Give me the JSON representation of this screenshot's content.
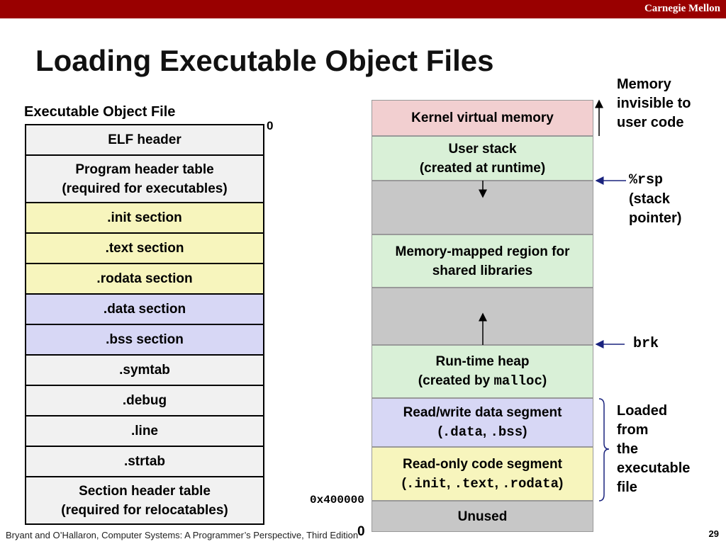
{
  "header": {
    "brand": "Carnegie Mellon",
    "colors": {
      "bar": "#990000"
    }
  },
  "title": "Loading Executable Object Files",
  "executable_file": {
    "label": "Executable Object File",
    "top_address": "0",
    "sections": [
      {
        "label": "ELF header",
        "color": "#f1f1f1"
      },
      {
        "label": "Program header table\n(required for executables)",
        "color": "#f1f1f1"
      },
      {
        "label": ".init section",
        "color": "#f7f5bd"
      },
      {
        "label": ".text section",
        "color": "#f7f5bd"
      },
      {
        "label": ".rodata section",
        "color": "#f7f5bd"
      },
      {
        "label": ".data section",
        "color": "#d7d7f5"
      },
      {
        "label": ".bss section",
        "color": "#d7d7f5"
      },
      {
        "label": ".symtab",
        "color": "#f1f1f1"
      },
      {
        "label": ".debug",
        "color": "#f1f1f1"
      },
      {
        "label": ".line",
        "color": "#f1f1f1"
      },
      {
        "label": ".strtab",
        "color": "#f1f1f1"
      },
      {
        "label": "Section header table\n(required for relocatables)",
        "color": "#f1f1f1"
      }
    ]
  },
  "memory": {
    "kernel": "Kernel virtual memory",
    "user_stack_line1": "User stack",
    "user_stack_line2": "(created at runtime)",
    "mmap_line1": "Memory-mapped region for",
    "mmap_line2": "shared libraries",
    "heap_line1": "Run-time heap",
    "heap_line2_prefix": "(created by ",
    "heap_line2_code": "malloc",
    "heap_line2_suffix": ")",
    "rw_line1": "Read/write data segment",
    "rw_open": "(",
    "rw_code1": ".data",
    "rw_sep": ", ",
    "rw_code2": ".bss",
    "rw_close": ")",
    "ro_line1": "Read-only code segment",
    "ro_open": "(",
    "ro_code1": ".init",
    "ro_sep1": ", ",
    "ro_code2": ".text",
    "ro_sep2": ", ",
    "ro_code3": ".rodata",
    "ro_close": ")",
    "unused": "Unused",
    "addr_start": "0x400000",
    "bottom_address": "0"
  },
  "annotations": {
    "invisible_line1": "Memory",
    "invisible_line2": "invisible to",
    "invisible_line3": "user code",
    "rsp_code": "%rsp",
    "rsp_line2": "(stack",
    "rsp_line3": "pointer)",
    "brk": "brk",
    "loaded_line1": "Loaded",
    "loaded_line2": "from",
    "loaded_line3": "the",
    "loaded_line4": "executable",
    "loaded_line5": "file"
  },
  "footer": {
    "citation": "Bryant and O’Hallaron, Computer Systems: A Programmer’s Perspective, Third Edition",
    "page": "29"
  }
}
